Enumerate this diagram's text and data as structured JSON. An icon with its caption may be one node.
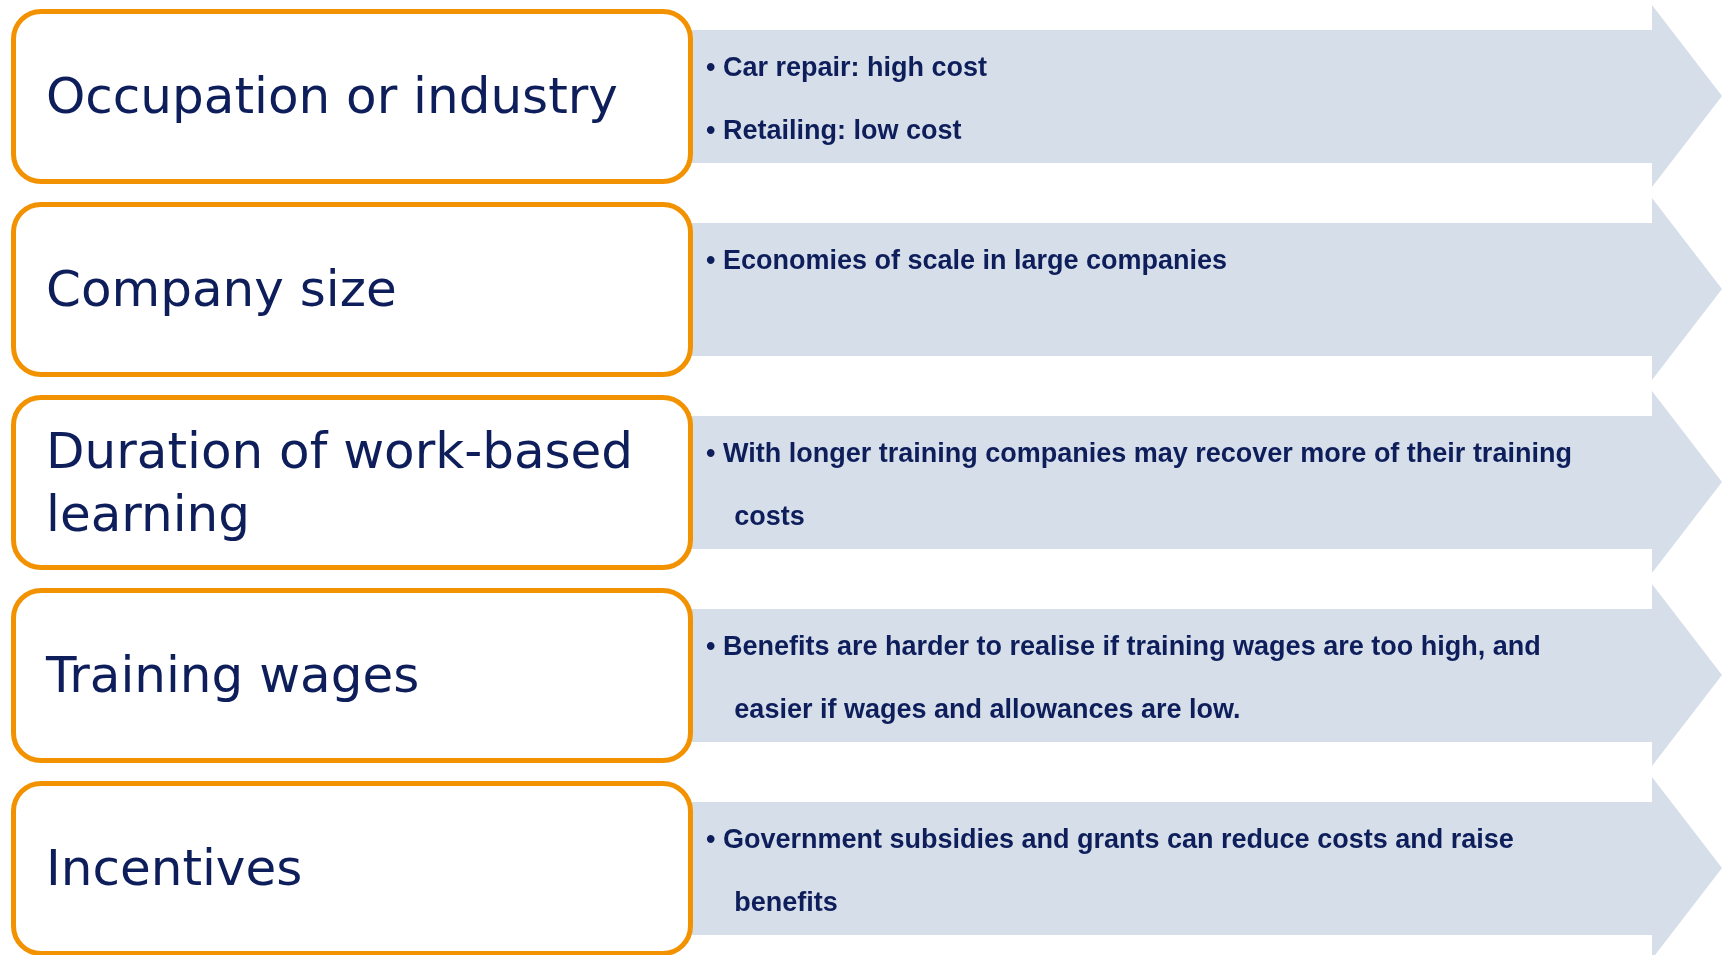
{
  "diagram": {
    "nodes": [
      {
        "text": [
          "Occupation or industry"
        ]
      },
      {
        "text": [
          "• Car repair: high cost",
          "• Retailing: low cost"
        ]
      },
      {
        "text": [
          "Company size"
        ]
      },
      {
        "text": [
          "• Economies of scale in large companies"
        ]
      },
      {
        "text": [
          "Duration of work-based learning"
        ]
      },
      {
        "text": [
          "• With longer training companies may recover more of their training costs"
        ]
      },
      {
        "text": [
          "Training wages"
        ]
      },
      {
        "text": [
          "• Benefits are harder to realise if training wages are too high, and easier if wages and allowances are low."
        ]
      },
      {
        "text": [
          "Incentives"
        ]
      },
      {
        "text": [
          "• Government subsidies and grants can reduce costs and raise benefits"
        ]
      }
    ]
  }
}
